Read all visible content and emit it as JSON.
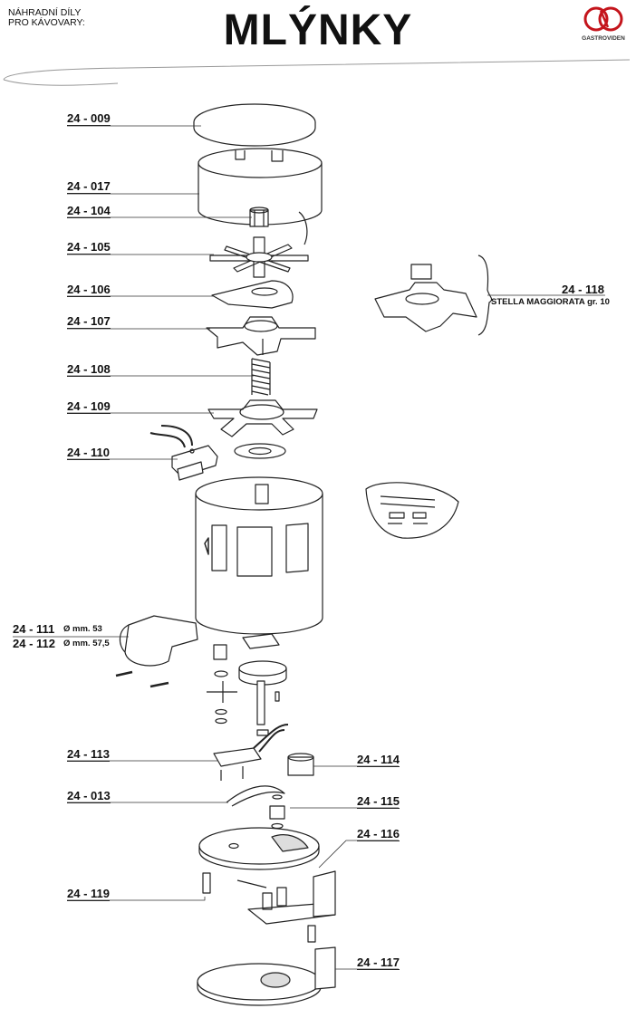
{
  "header": {
    "subtitle_line1": "NÁHRADNÍ DÍLY",
    "subtitle_line2": "PRO KÁVOVARY:",
    "title": "MLÝNKY",
    "brand_name": "GASTROVIDEN"
  },
  "parts": {
    "p24_009": "24 - 009",
    "p24_017": "24 - 017",
    "p24_104": "24 - 104",
    "p24_105": "24 - 105",
    "p24_106": "24 - 106",
    "p24_107": "24 - 107",
    "p24_108": "24 - 108",
    "p24_109": "24 - 109",
    "p24_110": "24 - 110",
    "p24_111": "24 - 111",
    "p24_111_dim": "Ø mm.   53",
    "p24_112": "24 - 112",
    "p24_112_dim": "Ø mm. 57,5",
    "p24_113": "24 - 113",
    "p24_013": "24 - 013",
    "p24_114": "24 - 114",
    "p24_115": "24 - 115",
    "p24_116": "24 - 116",
    "p24_119": "24 - 119",
    "p24_117": "24 - 117",
    "p24_118": "24 - 118",
    "p24_118_note": "STELLA MAGGIORATA gr. 10"
  },
  "colors": {
    "brand_red": "#c4151c",
    "line": "#222222",
    "part_fill": "#ffffff",
    "shade": "#d8d8d8"
  }
}
